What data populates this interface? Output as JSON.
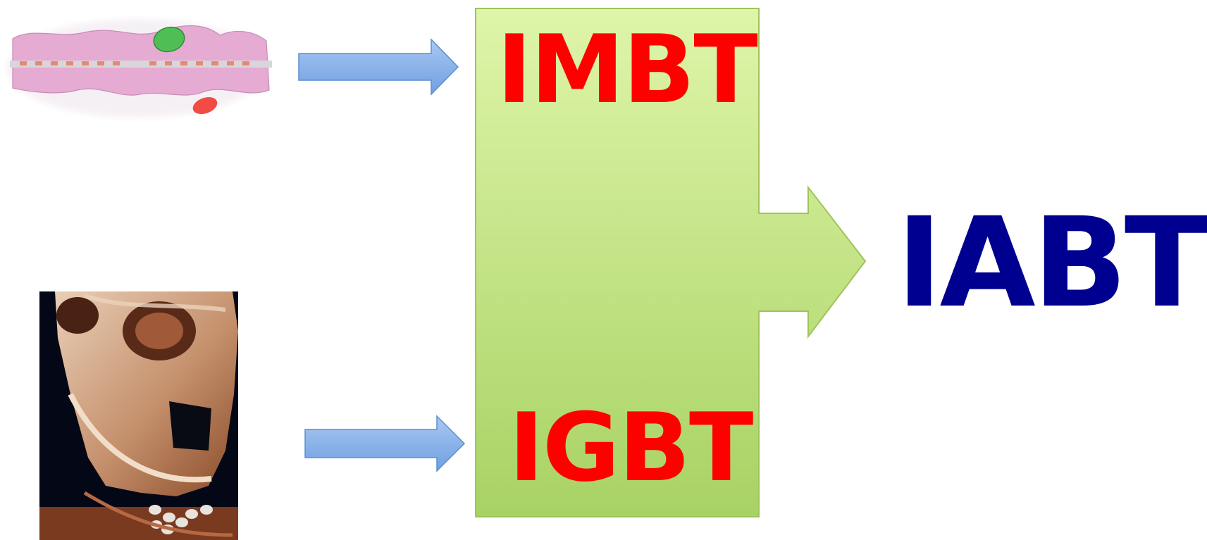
{
  "labels": {
    "top": "IMBT",
    "bottom": "IGBT",
    "result": "IABT"
  },
  "icons": {
    "top_illustration": "microscopic-tissue-icon",
    "bottom_illustration": "skull-ct-3d-image"
  },
  "colors": {
    "background": "#ffffff",
    "box_top": "#dff5a9",
    "box_bottom": "#a8d264",
    "box_border": "#9ec45a",
    "small_arrow_fill": "#8fb5e6",
    "small_arrow_border": "#5b8fd0",
    "label_red": "#ff0000",
    "label_navy": "#000090",
    "tissue_fill": "#e5abd2",
    "tissue_green": "#4fbf55",
    "tissue_red": "#f24a45",
    "skull_background": "#040716",
    "skull_bone": "#c79a7c"
  }
}
